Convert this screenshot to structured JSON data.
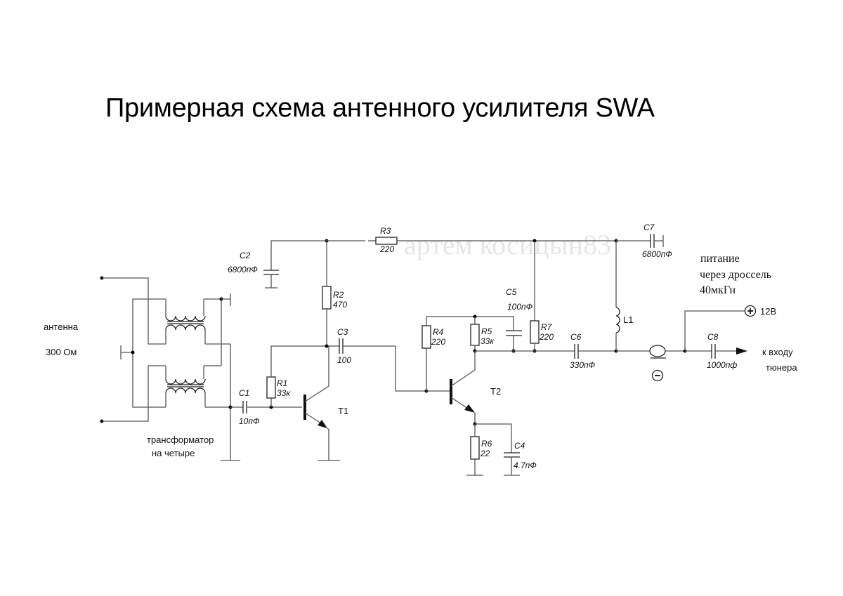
{
  "title": "Примерная схема антенного усилителя SWA",
  "watermark": "артем косицын83",
  "antenna": {
    "label": "антенна",
    "impedance": "300 Ом"
  },
  "transformer": {
    "line1": "трансформатор",
    "line2": "на четыре"
  },
  "components": {
    "C1": {
      "name": "C1",
      "value": "10пФ"
    },
    "C2": {
      "name": "C2",
      "value": "6800пФ"
    },
    "C3": {
      "name": "C3",
      "value": "100"
    },
    "C4": {
      "name": "C4",
      "value": "4.7пФ"
    },
    "C5": {
      "name": "C5",
      "value": "100пФ"
    },
    "C6": {
      "name": "C6",
      "value": "330пФ"
    },
    "C7": {
      "name": "C7",
      "value": "6800пФ"
    },
    "C8": {
      "name": "C8",
      "value": "1000пф"
    },
    "R1": {
      "name": "R1",
      "value": "33к"
    },
    "R2": {
      "name": "R2",
      "value": "470"
    },
    "R3": {
      "name": "R3",
      "value": "220"
    },
    "R4": {
      "name": "R4",
      "value": "220"
    },
    "R5": {
      "name": "R5",
      "value": "33к"
    },
    "R6": {
      "name": "R6",
      "value": "22"
    },
    "R7": {
      "name": "R7",
      "value": "220"
    },
    "L1": {
      "name": "L1"
    },
    "T1": {
      "name": "T1"
    },
    "T2": {
      "name": "T2"
    }
  },
  "power_note": {
    "line1": "питание",
    "line2": "через дроссель",
    "line3": "40мкГн"
  },
  "power": {
    "plus": "+",
    "minus": "−",
    "voltage": "12В"
  },
  "output": {
    "line1": "к входу",
    "line2": "тюнера"
  }
}
